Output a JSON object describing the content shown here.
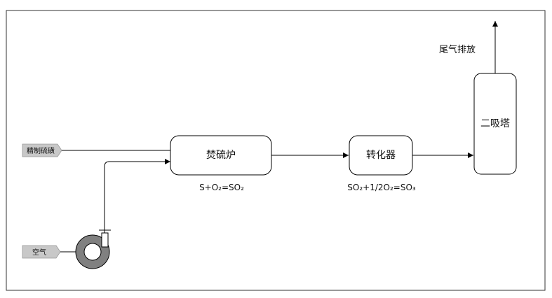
{
  "inputs": {
    "sulfur": "精制硫磺",
    "air": "空气"
  },
  "units": {
    "burner": "焚硫炉",
    "converter": "转化器",
    "absorber": "二吸塔"
  },
  "reactions": {
    "burner": "S+O₂=SO₂",
    "converter": "SO₂+1/2O₂=SO₃"
  },
  "outlet": {
    "label": "尾气排放"
  },
  "colors": {
    "line": "#000000",
    "tag_fill": "#c8c8c8",
    "fan_ring": "#808080"
  }
}
